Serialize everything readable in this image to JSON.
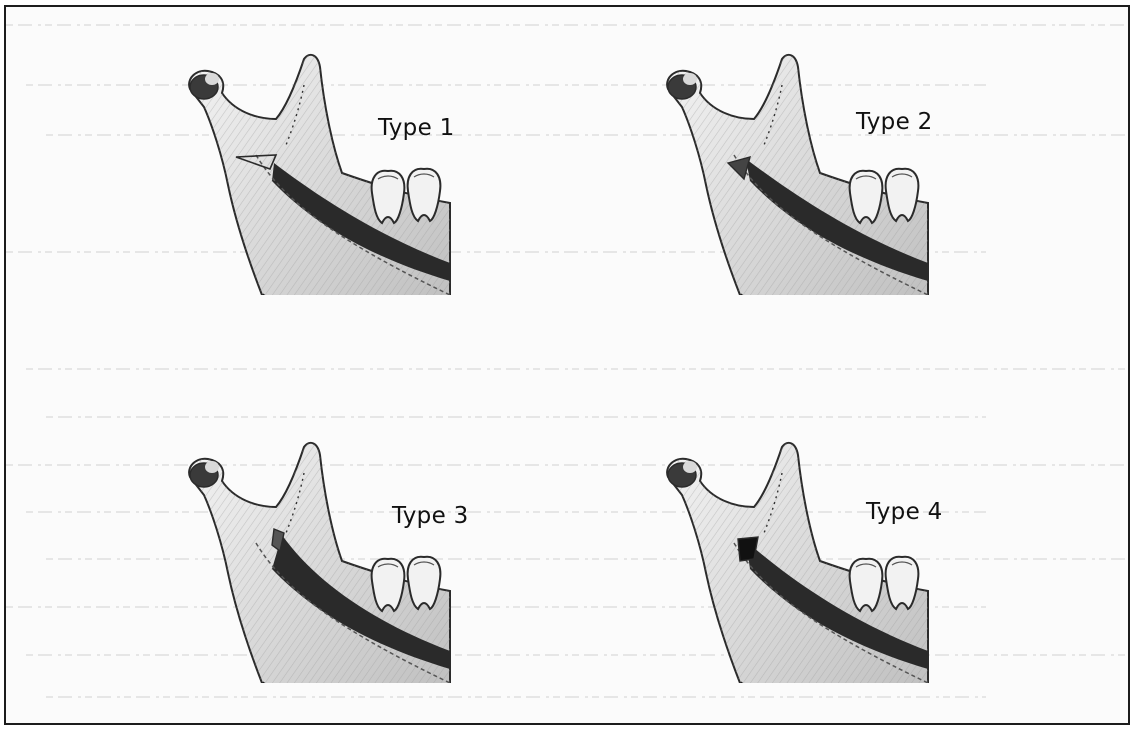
{
  "figure": {
    "panels": [
      {
        "id": "type-1",
        "label": "Type 1"
      },
      {
        "id": "type-2",
        "label": "Type 2"
      },
      {
        "id": "type-3",
        "label": "Type 3"
      },
      {
        "id": "type-4",
        "label": "Type 4"
      }
    ],
    "colors": {
      "background": "#fbfbfb",
      "border": "#1c1c1c",
      "bone": "#e9e9e9",
      "canal": "#2a2a2a",
      "outline": "#2b2b2b"
    }
  }
}
